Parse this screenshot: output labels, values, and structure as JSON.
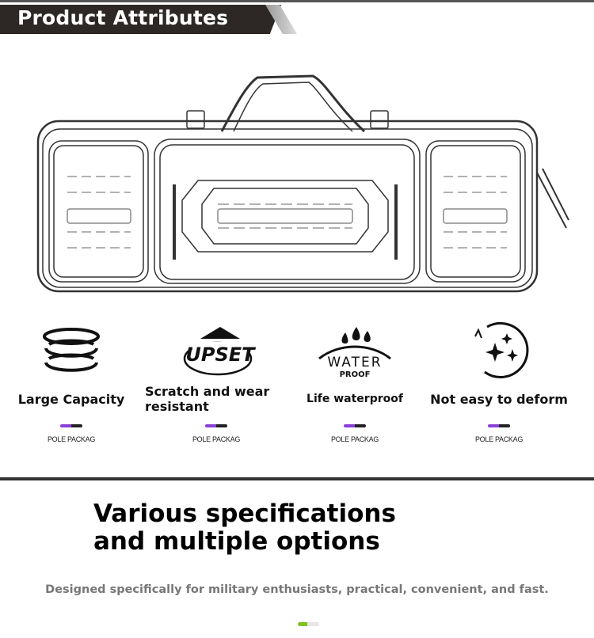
{
  "header": {
    "title": "Product Attributes"
  },
  "features": [
    {
      "icon": "layers-icon",
      "label": "Large Capacity",
      "caption": "POLE PACKAG"
    },
    {
      "icon": "upset-icon",
      "label": "Scratch and wear resistant",
      "caption": "POLE PACKAG",
      "logo_text": "UPSET"
    },
    {
      "icon": "waterproof-icon",
      "label": "Life waterproof",
      "caption": "POLE PACKAG",
      "logo_text": "WATER PROOF"
    },
    {
      "icon": "sparkle-rotate-icon",
      "label": "Not easy to deform",
      "caption": "POLE PACKAG"
    }
  ],
  "section": {
    "heading": "Various specifications and multiple options",
    "subtitle": "Designed specifically for military enthusiasts, practical, convenient, and fast."
  },
  "colors": {
    "banner": "#2d2826",
    "accent_purple": "#8a3fd6",
    "accent_green": "#7dc21e"
  }
}
